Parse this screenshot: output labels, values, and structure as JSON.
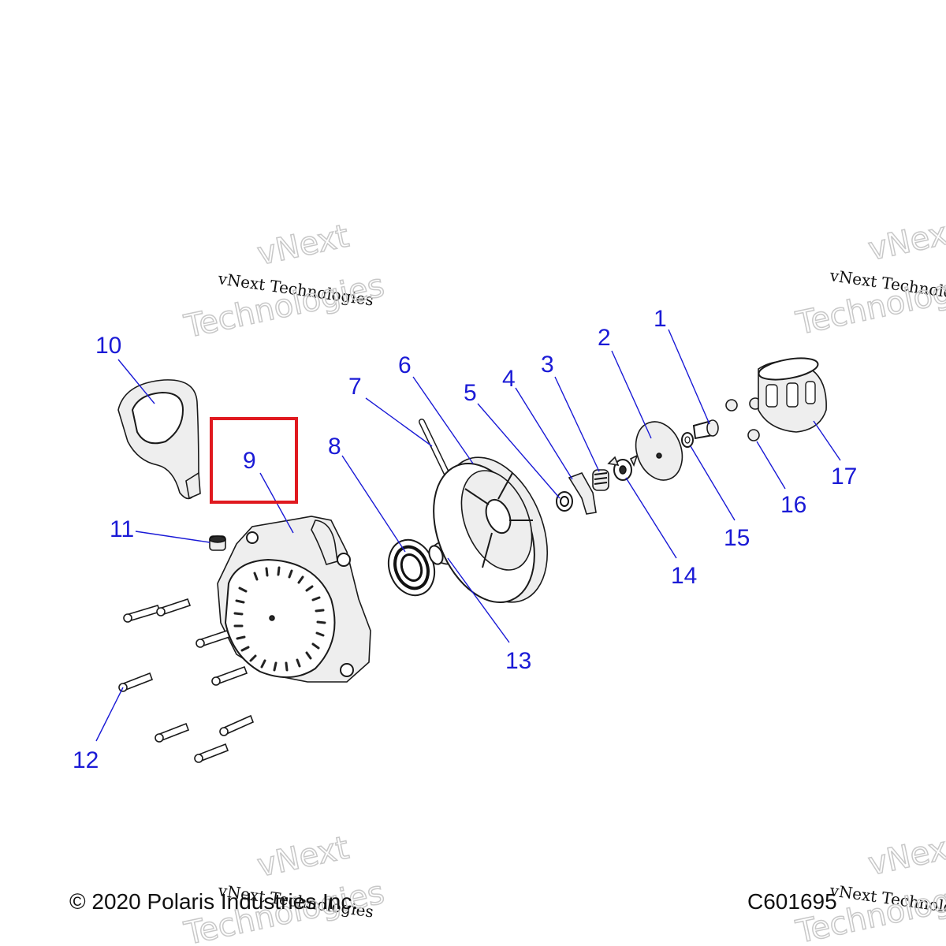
{
  "footer": {
    "copyright": "© 2020 Polaris Industries Inc.",
    "diagram_code": "C601695"
  },
  "watermark": {
    "line1": "vNext Technologies",
    "line2a": "vNext",
    "line2b": "Technologies"
  },
  "callouts": [
    "1",
    "2",
    "3",
    "4",
    "5",
    "6",
    "7",
    "8",
    "9",
    "10",
    "11",
    "12",
    "13",
    "14",
    "15",
    "16",
    "17"
  ],
  "highlight": {
    "callout": "9",
    "color": "#e0191f"
  },
  "colors": {
    "callout": "#1a1ad6",
    "highlight": "#e0191f"
  }
}
